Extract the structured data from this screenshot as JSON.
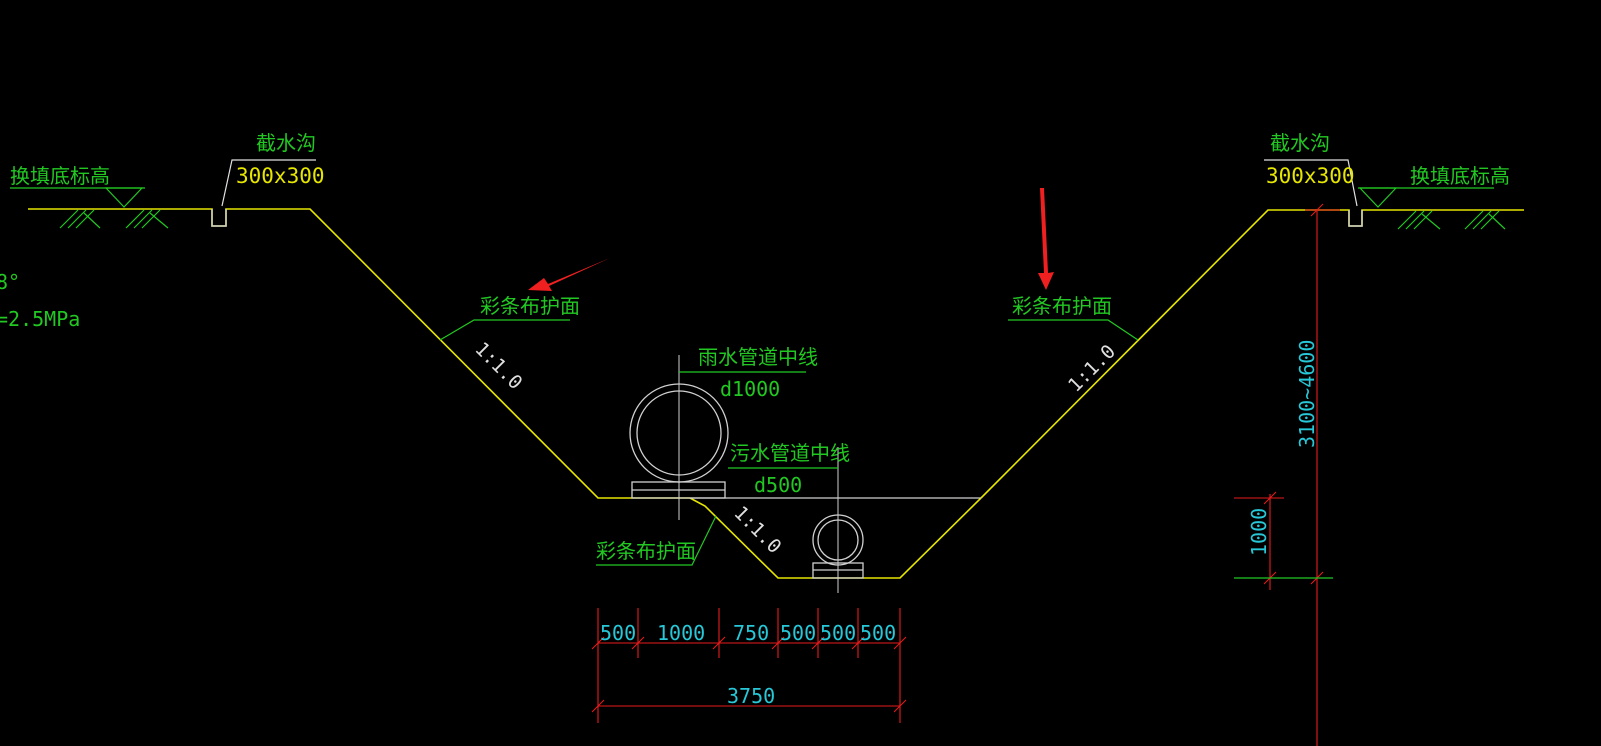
{
  "labels": {
    "replace_fill_bottom_left": "换填底标高",
    "replace_fill_bottom_right": "换填底标高",
    "intercept_ditch_left": "截水沟",
    "intercept_ditch_right": "截水沟",
    "ditch_size_left": "300x300",
    "ditch_size_right": "300x300",
    "left_partial_1": "8°",
    "left_partial_2": "=2.5MPa",
    "tarp_upper_left": "彩条布护面",
    "tarp_upper_right": "彩条布护面",
    "tarp_lower_left": "彩条布护面",
    "slope_upper_left": "1:1.0",
    "slope_upper_right": "1:1.0",
    "slope_lower": "1:1.0",
    "rain_pipe_center": "雨水管道中线",
    "rain_pipe_size": "d1000",
    "sewage_pipe_center": "污水管道中线",
    "sewage_pipe_size": "d500",
    "dim_500_a": "500",
    "dim_1000": "1000",
    "dim_750": "750",
    "dim_500_b": "500",
    "dim_500_c": "500",
    "dim_500_d": "500",
    "dim_total": "3750",
    "dim_depth_range": "3100~4600",
    "dim_step_height": "1000"
  },
  "colors": {
    "background": "#000000",
    "ground_line": "#e6e600",
    "leader_green": "#22c822",
    "dimension_red": "#e81c1c",
    "dimension_text": "#27c8d8",
    "pipe_white": "#d0d0d0",
    "arrow_red": "#f02020"
  }
}
